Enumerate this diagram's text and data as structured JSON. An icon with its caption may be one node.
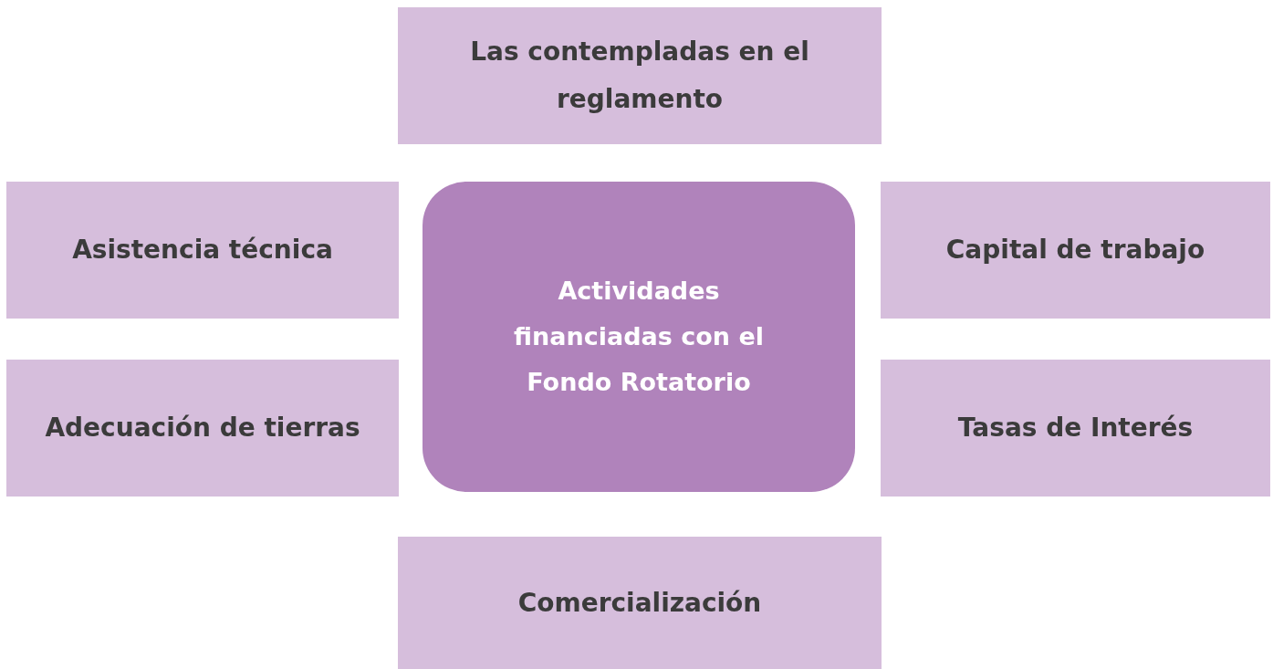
{
  "diagram": {
    "nodes": [
      {
        "text": [
          "Las contempladas en el reglamento"
        ]
      },
      {
        "text": [
          "Asistencia técnica"
        ]
      },
      {
        "text": [
          "Actividades financiadas con el Fondo Rotatorio"
        ]
      },
      {
        "text": [
          "Capital de trabajo"
        ]
      },
      {
        "text": [
          "Adecuación de tierras"
        ]
      },
      {
        "text": [
          "Tasas de Interés"
        ]
      },
      {
        "text": [
          "Comercialización"
        ]
      }
    ]
  }
}
